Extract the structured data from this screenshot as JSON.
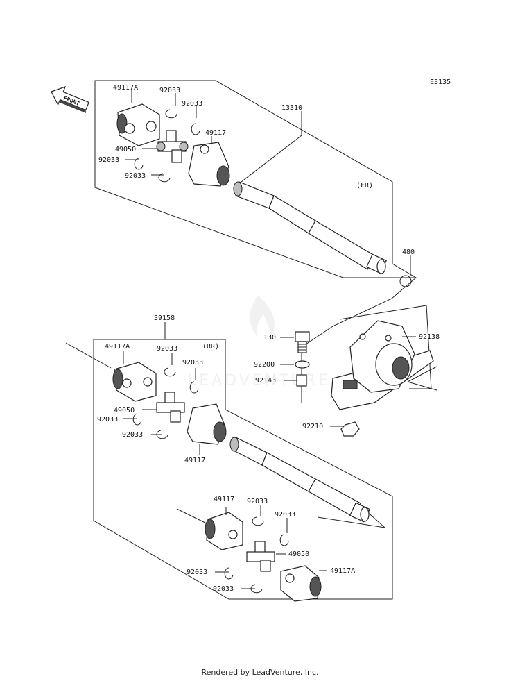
{
  "diagram_code": "E3135",
  "front_label": "FRONT",
  "footer": "Rendered by LeadVenture, Inc.",
  "watermark": "LEADVENTURE",
  "front_shaft": {
    "assembly": "13310",
    "position": "(FR)",
    "yoke_a": "49117A",
    "yoke": "49117",
    "spider": "49050",
    "circlips": [
      "92033",
      "92033",
      "92033",
      "92033"
    ],
    "snap_ring": "480"
  },
  "bearing": {
    "housing": "92138",
    "bolt": "130",
    "washer": "92200",
    "collar": "92143",
    "nut": "92210"
  },
  "rear_shaft": {
    "assembly": "39158",
    "position": "(RR)",
    "yoke_a_top": "49117A",
    "spider_top": "49050",
    "yoke_top": "49117",
    "circlips_top": [
      "92033",
      "92033",
      "92033",
      "92033"
    ],
    "yoke_bottom": "49117",
    "spider_bottom": "49050",
    "yoke_a_bottom": "49117A",
    "circlips_bottom": [
      "92033",
      "92033",
      "92033",
      "92033"
    ]
  }
}
